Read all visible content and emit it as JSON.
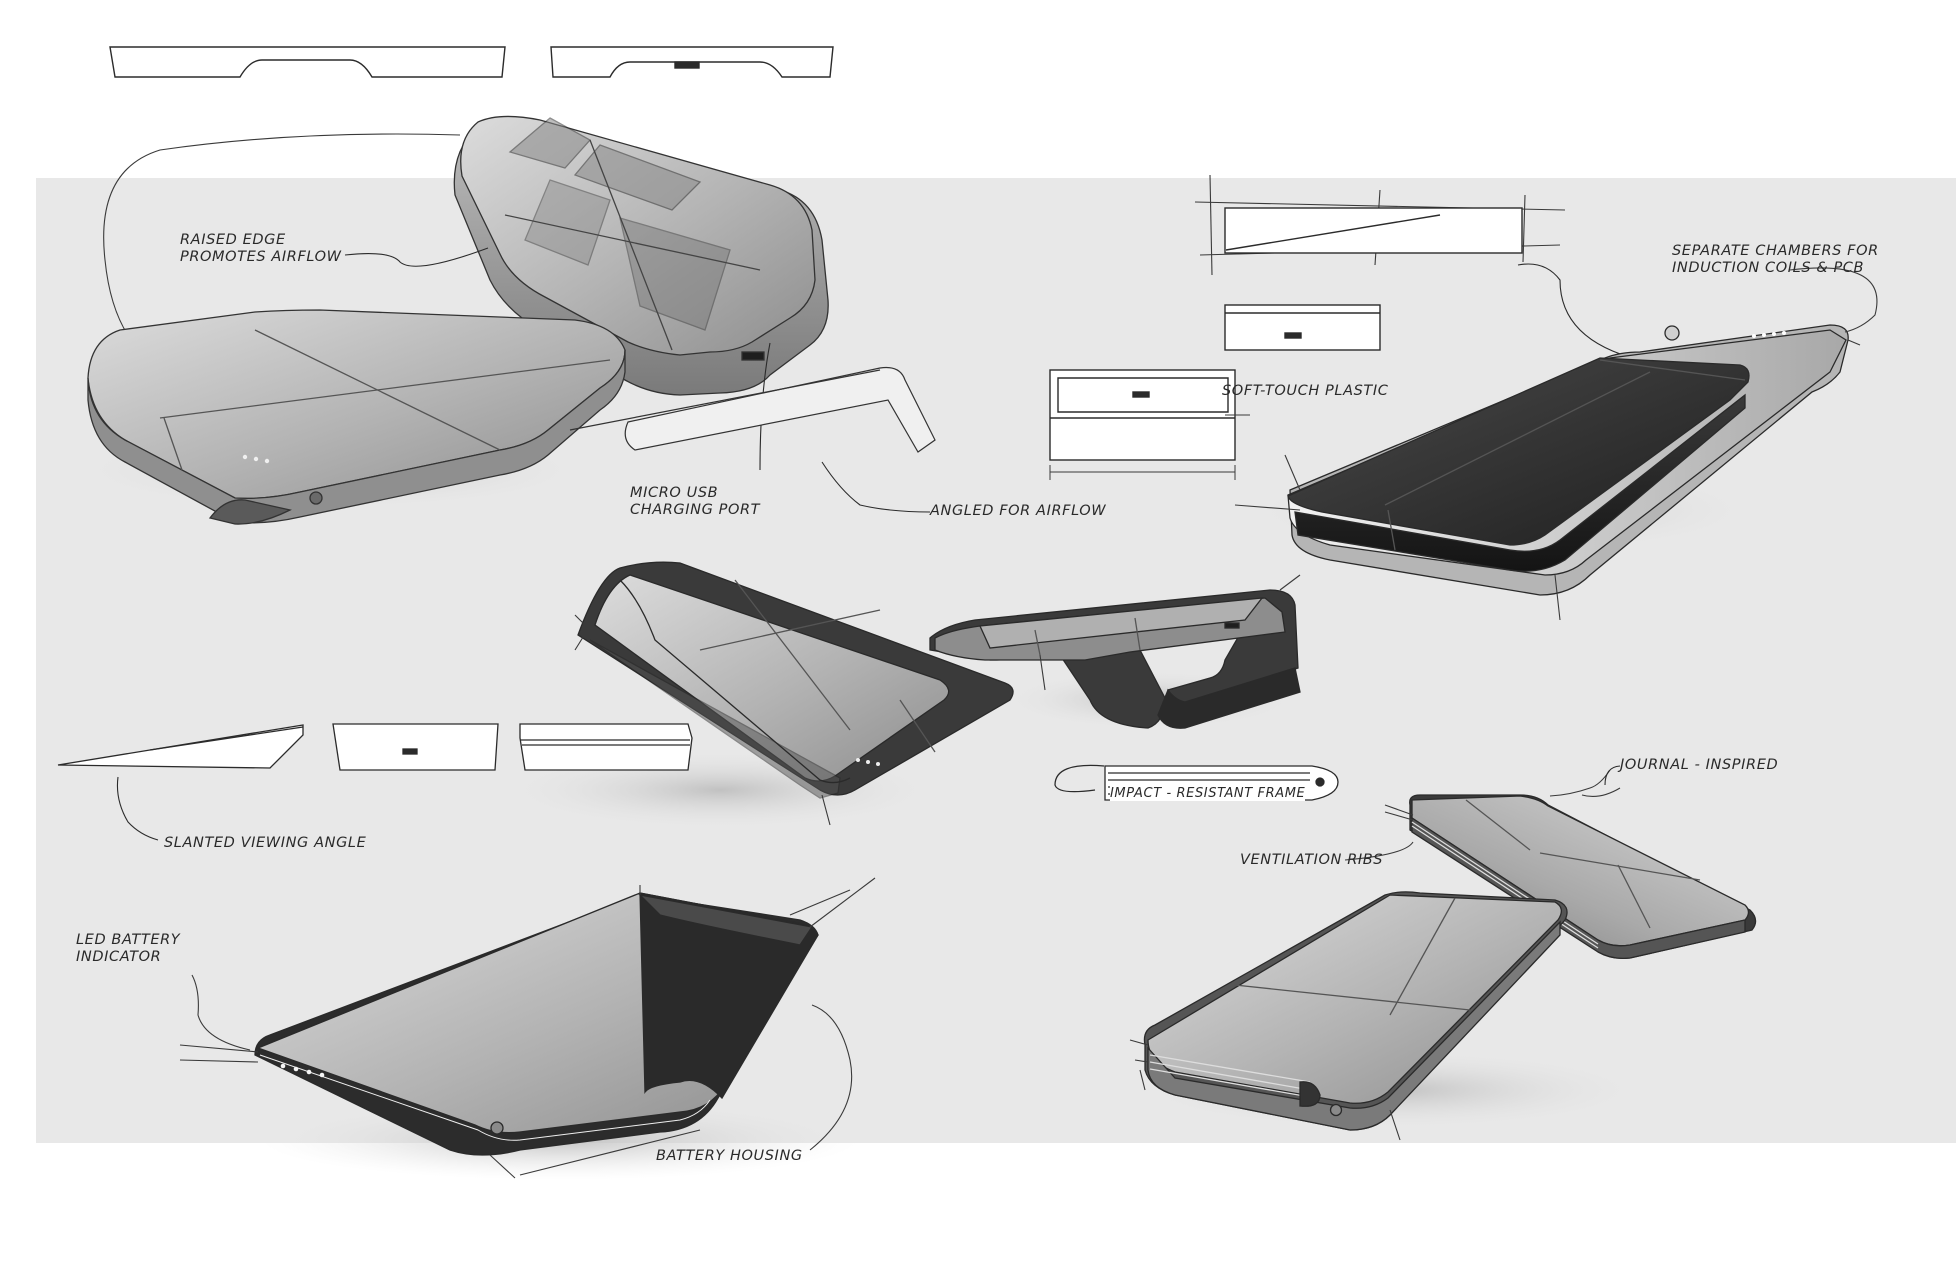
{
  "annotations": {
    "raised_edge": "RAISED EDGE\nPROMOTES AIRFLOW",
    "micro_usb": "MICRO USB\nCHARGING PORT",
    "angled_airflow": "ANGLED FOR AIRFLOW",
    "separate_chambers": "SEPARATE CHAMBERS FOR\nINDUCTION COILS & PCB",
    "soft_touch": "SOFT-TOUCH PLASTIC",
    "slanted_angle": "SLANTED VIEWING ANGLE",
    "impact_frame": "IMPACT - RESISTANT FRAME",
    "journal": "JOURNAL - INSPIRED",
    "ventilation": "VENTILATION RIBS",
    "led_indicator": "LED BATTERY\nINDICATOR",
    "battery_housing": "BATTERY HOUSING"
  },
  "colors": {
    "background_panel": "#e8e8e8",
    "line": "#2b2b2b",
    "device_light": "#c9c9c9",
    "device_dark": "#2c2c2c"
  }
}
